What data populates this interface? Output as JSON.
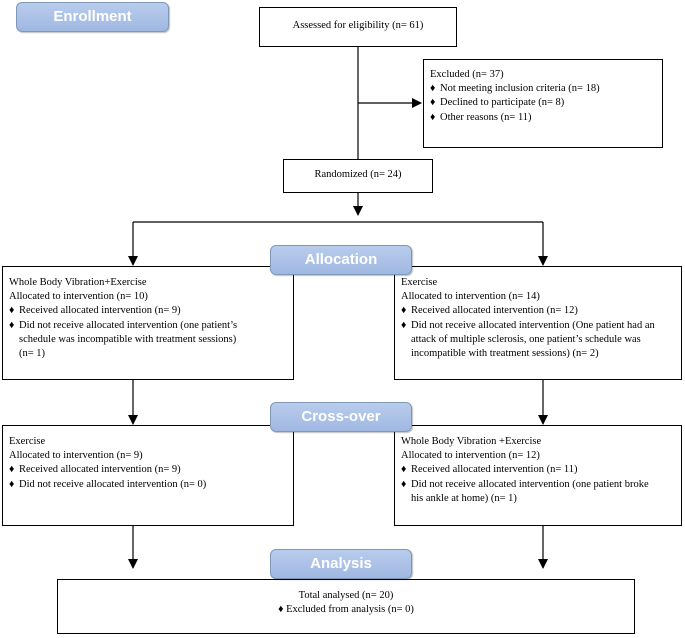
{
  "stages": {
    "enrollment": "Enrollment",
    "allocation": "Allocation",
    "crossover": "Cross-over",
    "analysis": "Analysis"
  },
  "assessed": "Assessed for eligibility (n= 61)",
  "excluded": {
    "title": "Excluded  (n= 37)",
    "items": [
      "Not meeting inclusion criteria (n= 18)",
      "Declined to participate (n= 8)",
      "Other reasons (n= 11)"
    ]
  },
  "randomized": "Randomized (n= 24)",
  "bullet_glyph": "♦",
  "allocation_left": {
    "title": "Whole Body Vibration+Exercise",
    "allocated": "Allocated to intervention (n= 10)",
    "received": "Received allocated intervention (n=  9)",
    "not_received_1": "Did not receive allocated intervention (one patient’s",
    "not_received_2": "schedule was incompatible with treatment sessions)",
    "not_received_3": "(n= 1)"
  },
  "allocation_right": {
    "title": "Exercise",
    "allocated": "Allocated to intervention (n= 14)",
    "received": "Received allocated intervention (n= 12)",
    "not_received_1": "Did not receive allocated intervention (One patient had an",
    "not_received_2": "attack of multiple sclerosis, one patient’s schedule was",
    "not_received_3": "incompatible with treatment sessions) (n= 2)"
  },
  "crossover_left": {
    "title": "Exercise",
    "allocated": "Allocated to intervention (n= 9)",
    "received": "Received allocated intervention (n=  9)",
    "not_received": "Did not receive allocated intervention (n= 0)"
  },
  "crossover_right": {
    "title": "Whole Body Vibration +Exercise",
    "allocated": "Allocated to intervention (n= 12)",
    "received": "Received allocated intervention (n=  11)",
    "not_received_1": "Did not receive allocated intervention (one patient broke",
    "not_received_2": "his ankle at home) (n= 1)"
  },
  "analysis": {
    "total": "Total analysed  (n= 20)",
    "excluded": "Excluded from analysis (n= 0)"
  }
}
